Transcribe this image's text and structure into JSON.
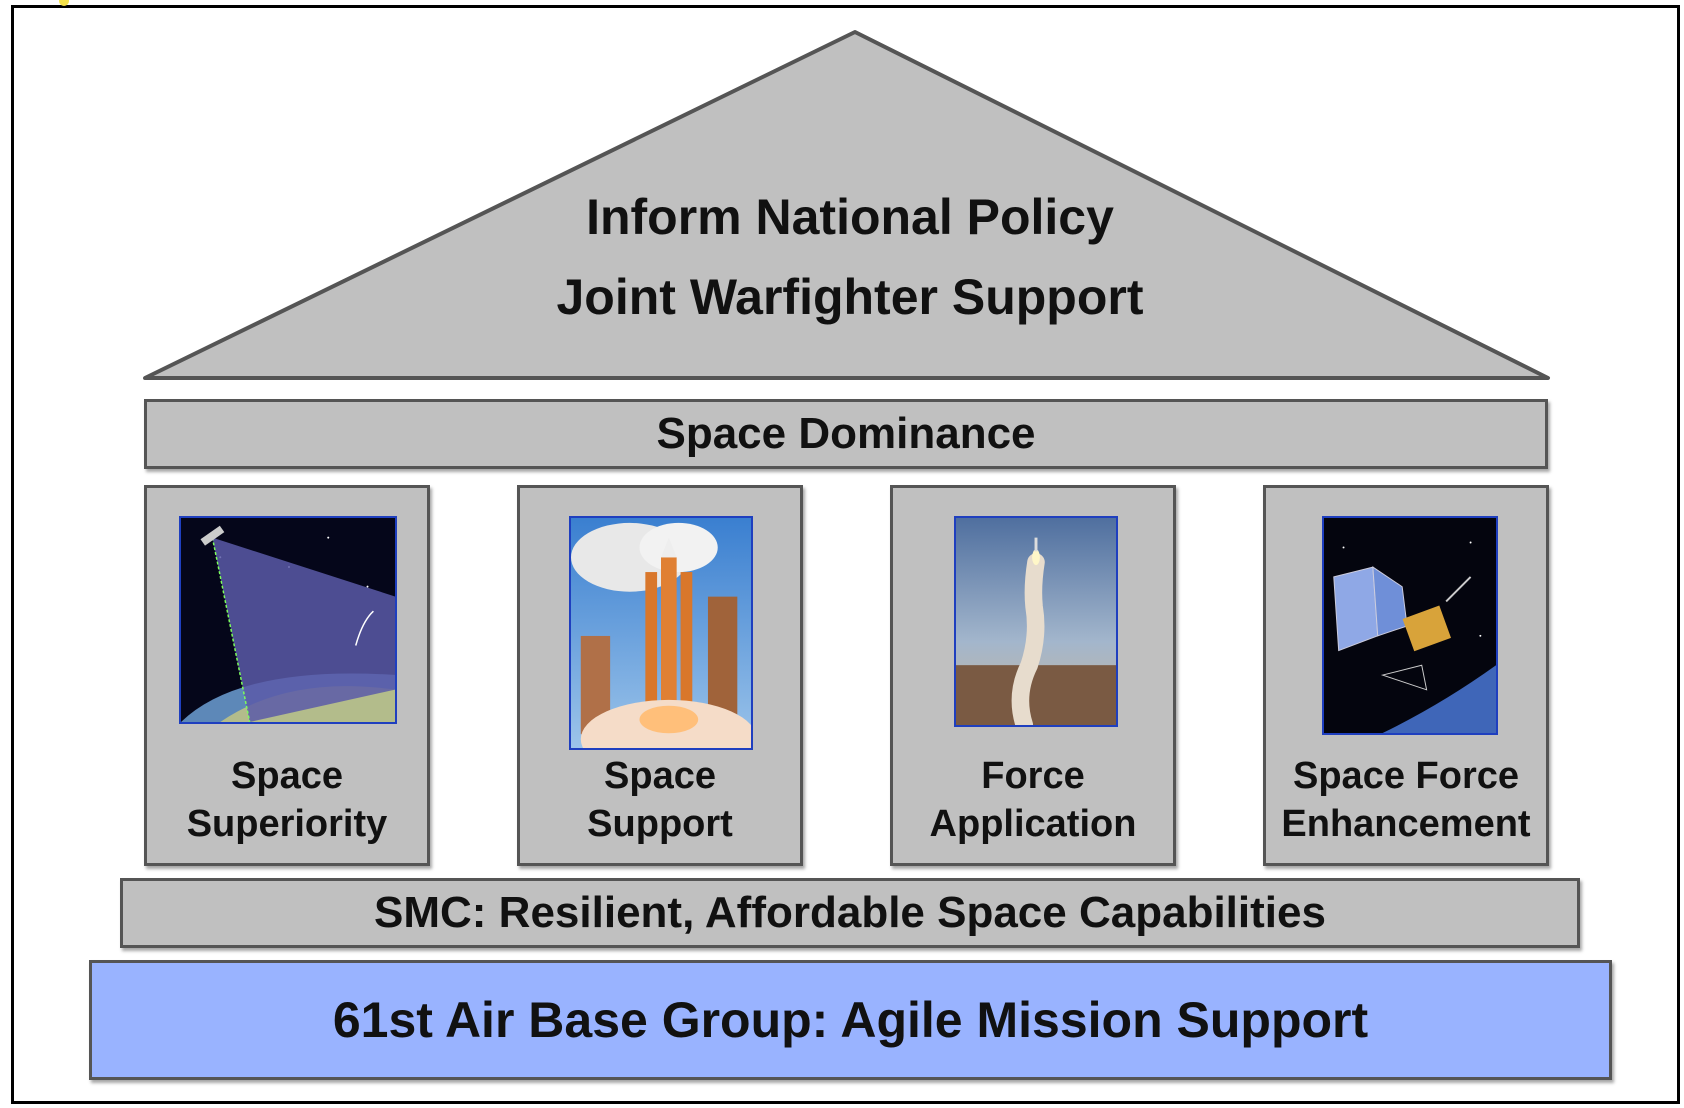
{
  "roof": {
    "line1": "Inform National Policy",
    "line2": "Joint Warfighter Support"
  },
  "beam": {
    "label": "Space Dominance"
  },
  "pillars": [
    {
      "line1": "Space",
      "line2": "Superiority",
      "image": "satellite-laser-over-earth-image"
    },
    {
      "line1": "Space",
      "line2": "Support",
      "image": "rocket-launch-pad-image"
    },
    {
      "line1": "Force",
      "line2": "Application",
      "image": "missile-launch-image"
    },
    {
      "line1": "Space Force",
      "line2": "Enhancement",
      "image": "gps-satellite-image"
    }
  ],
  "foundation": {
    "label": "SMC: Resilient, Affordable Space Capabilities"
  },
  "base": {
    "label": "61st Air Base Group: Agile Mission Support"
  },
  "colors": {
    "structure_fill": "#c0c0c0",
    "structure_border": "#555555",
    "base_fill": "#99b3ff",
    "image_border": "#1f3fbf"
  }
}
